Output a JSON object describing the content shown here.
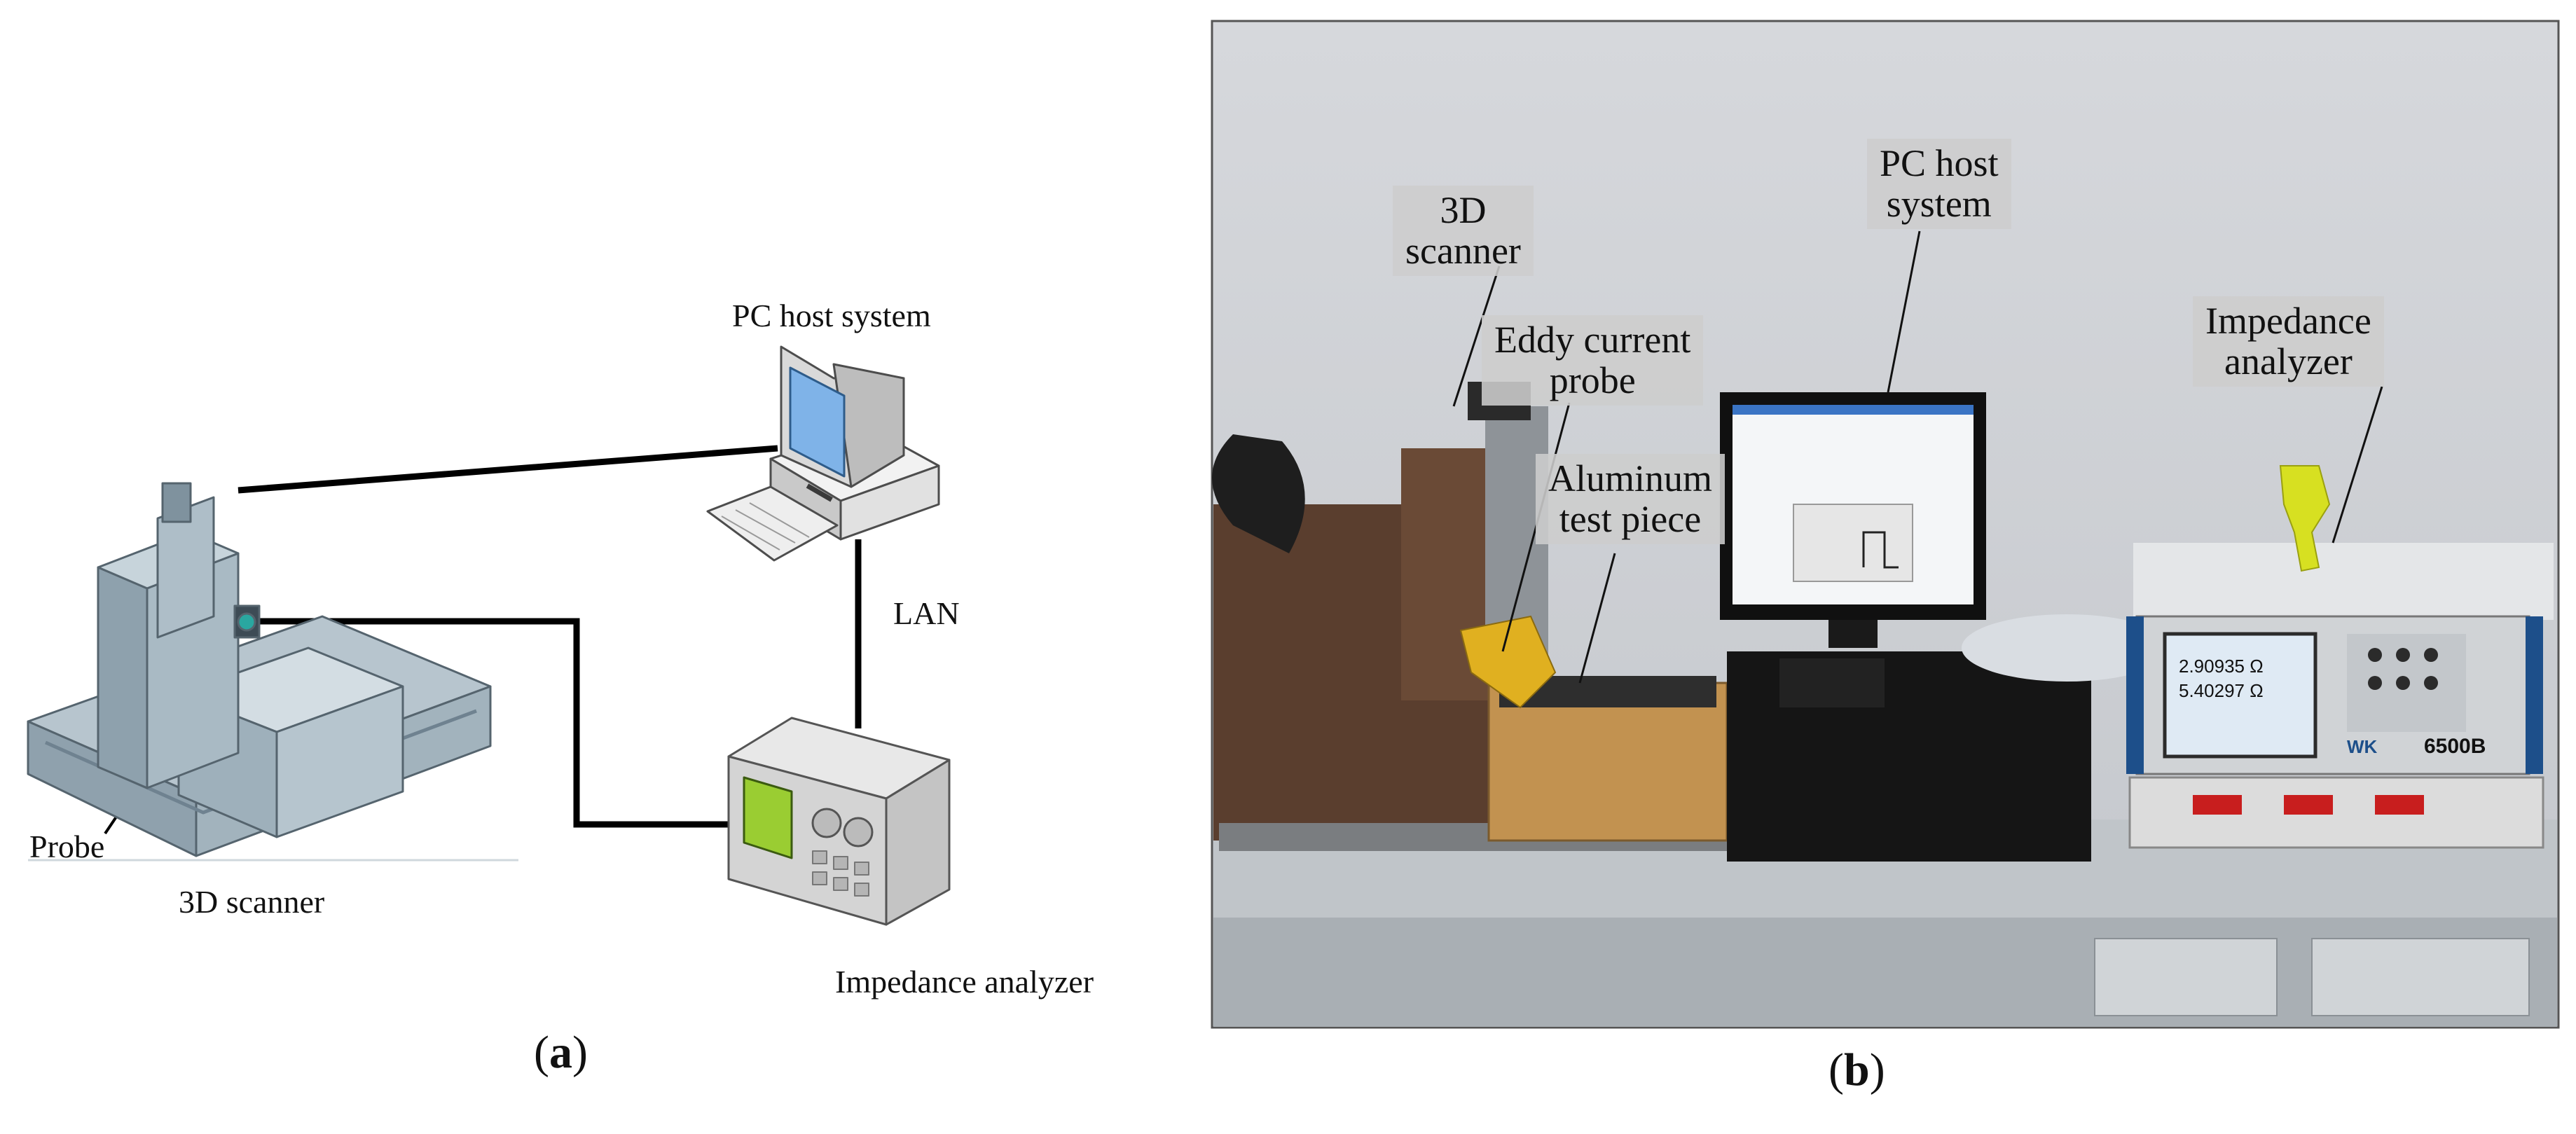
{
  "panel_a": {
    "caption_open": "(",
    "caption_letter": "a",
    "caption_close": ")",
    "labels": {
      "pc_host": "PC host system",
      "lan": "LAN",
      "probe": "Probe",
      "scanner": "3D scanner",
      "analyzer": "Impedance analyzer"
    }
  },
  "panel_b": {
    "caption_open": "(",
    "caption_letter": "b",
    "caption_close": ")",
    "labels": {
      "scanner": "3D\nscanner",
      "eddy_probe": "Eddy current\nprobe",
      "test_piece": "Aluminum\ntest piece",
      "pc_host": "PC host\nsystem",
      "analyzer": "Impedance\nanalyzer"
    },
    "display": {
      "line1": "2.90935 Ω",
      "line2": "5.40297 Ω",
      "model": "6500B",
      "brand": "WK"
    }
  }
}
